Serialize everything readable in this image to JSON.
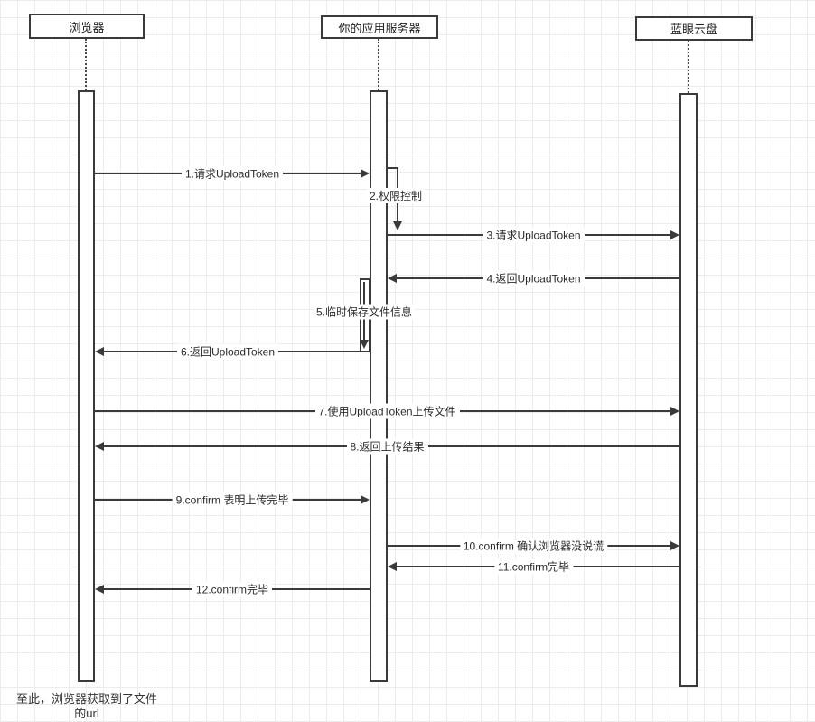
{
  "diagram": {
    "type": "sequence",
    "colors": {
      "line": "#3a3a3a",
      "background": "#ffffff",
      "grid": "#ececec"
    },
    "actors": [
      {
        "label": "浏览器"
      },
      {
        "label": "你的应用服务器"
      },
      {
        "label": "蓝眼云盘"
      }
    ],
    "messages": [
      {
        "label": "1.请求UploadToken",
        "from": "浏览器",
        "to": "你的应用服务器"
      },
      {
        "label": "2.权限控制",
        "from": "你的应用服务器",
        "to": "你的应用服务器"
      },
      {
        "label": "3.请求UploadToken",
        "from": "你的应用服务器",
        "to": "蓝眼云盘"
      },
      {
        "label": "4.返回UploadToken",
        "from": "蓝眼云盘",
        "to": "你的应用服务器"
      },
      {
        "label": "5.临时保存文件信息",
        "from": "你的应用服务器",
        "to": "你的应用服务器"
      },
      {
        "label": "6.返回UploadToken",
        "from": "你的应用服务器",
        "to": "浏览器"
      },
      {
        "label": "7.使用UploadToken上传文件",
        "from": "浏览器",
        "to": "蓝眼云盘"
      },
      {
        "label": "8.返回上传结果",
        "from": "蓝眼云盘",
        "to": "浏览器"
      },
      {
        "label": "9.confirm 表明上传完毕",
        "from": "浏览器",
        "to": "你的应用服务器"
      },
      {
        "label": "10.confirm 确认浏览器没说谎",
        "from": "你的应用服务器",
        "to": "蓝眼云盘"
      },
      {
        "label": "11.confirm完毕",
        "from": "蓝眼云盘",
        "to": "你的应用服务器"
      },
      {
        "label": "12.confirm完毕",
        "from": "你的应用服务器",
        "to": "浏览器"
      }
    ],
    "footnote": "至此，浏览器获取到了文件\n的url"
  }
}
